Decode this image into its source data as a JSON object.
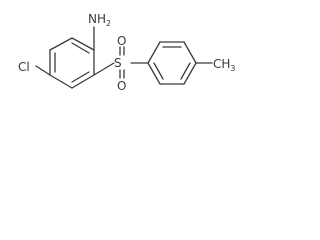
{
  "molecule": {
    "atoms": {
      "amine_n": "N",
      "amine_h": "H",
      "amine_h_count": "2",
      "chloro": "Cl",
      "sulfur": "S",
      "oxygen_top": "O",
      "oxygen_bottom": "O",
      "methyl": "CH",
      "methyl_h_count": "3"
    }
  }
}
